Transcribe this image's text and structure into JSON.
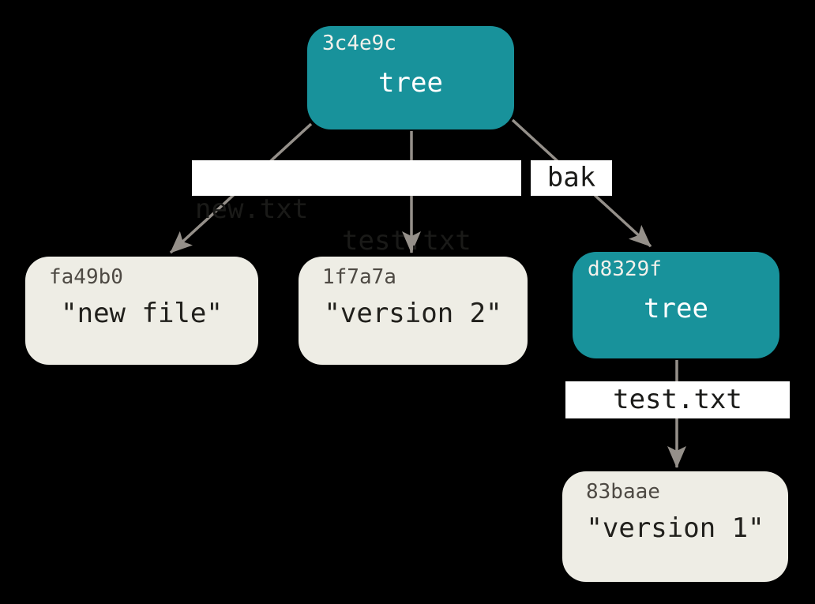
{
  "diagram": {
    "kind": "git-object-tree-diagram",
    "background": "#000000"
  },
  "colors": {
    "tree_node_fill": "#18929B",
    "blob_node_fill": "#EEEDE5",
    "tree_hash_text": "#F2F1EB",
    "blob_hash_text": "#4E4A44",
    "tree_label_text": "#FFFFFF",
    "blob_label_text": "#21201C",
    "edge_arrow": "#95908A",
    "edge_label_bg": "#FFFFFF",
    "edge_label_text": "#1A1A18"
  },
  "nodes": [
    {
      "id": "root-tree",
      "hash": "3c4e9c",
      "label": "tree",
      "kind": "tree"
    },
    {
      "id": "blob-new-file",
      "hash": "fa49b0",
      "label": "\"new file\"",
      "kind": "blob"
    },
    {
      "id": "blob-version-2",
      "hash": "1f7a7a",
      "label": "\"version 2\"",
      "kind": "blob"
    },
    {
      "id": "sub-tree",
      "hash": "d8329f",
      "label": "tree",
      "kind": "tree"
    },
    {
      "id": "blob-version-1",
      "hash": "83baae",
      "label": "\"version 1\"",
      "kind": "blob"
    }
  ],
  "edges": [
    {
      "from": "3c4e9c",
      "to": "fa49b0",
      "label": "new.txt"
    },
    {
      "from": "3c4e9c",
      "to": "1f7a7a",
      "label": "test.txt"
    },
    {
      "from": "3c4e9c",
      "to": "d8329f",
      "label": "bak"
    },
    {
      "from": "d8329f",
      "to": "83baae",
      "label": "test.txt"
    }
  ]
}
